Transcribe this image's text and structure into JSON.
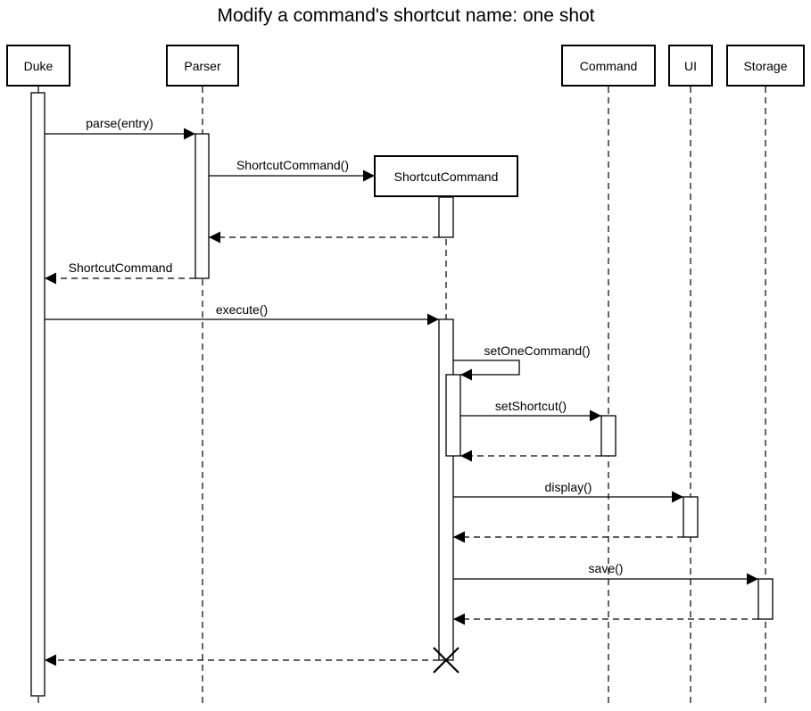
{
  "diagram": {
    "title": "Modify a command's shortcut name: one shot",
    "participants": [
      {
        "id": "duke",
        "label": "Duke"
      },
      {
        "id": "parser",
        "label": "Parser"
      },
      {
        "id": "shortcut",
        "label": "ShortcutCommand"
      },
      {
        "id": "command",
        "label": "Command"
      },
      {
        "id": "ui",
        "label": "UI"
      },
      {
        "id": "storage",
        "label": "Storage"
      }
    ],
    "messages": [
      {
        "from": "duke",
        "to": "parser",
        "label": "parse(entry)",
        "kind": "call"
      },
      {
        "from": "parser",
        "to": "shortcut",
        "label": "ShortcutCommand()",
        "kind": "create"
      },
      {
        "from": "shortcut",
        "to": "parser",
        "label": "",
        "kind": "return"
      },
      {
        "from": "parser",
        "to": "duke",
        "label": "ShortcutCommand",
        "kind": "return"
      },
      {
        "from": "duke",
        "to": "shortcut",
        "label": "execute()",
        "kind": "call"
      },
      {
        "from": "shortcut",
        "to": "shortcut",
        "label": "setOneCommand()",
        "kind": "self"
      },
      {
        "from": "shortcut",
        "to": "command",
        "label": "setShortcut()",
        "kind": "call"
      },
      {
        "from": "command",
        "to": "shortcut",
        "label": "",
        "kind": "return"
      },
      {
        "from": "shortcut",
        "to": "ui",
        "label": "display()",
        "kind": "call"
      },
      {
        "from": "ui",
        "to": "shortcut",
        "label": "",
        "kind": "return"
      },
      {
        "from": "shortcut",
        "to": "storage",
        "label": "save()",
        "kind": "call"
      },
      {
        "from": "storage",
        "to": "shortcut",
        "label": "",
        "kind": "return"
      },
      {
        "from": "shortcut",
        "to": "duke",
        "label": "",
        "kind": "return"
      }
    ],
    "destroyed": "shortcut"
  }
}
